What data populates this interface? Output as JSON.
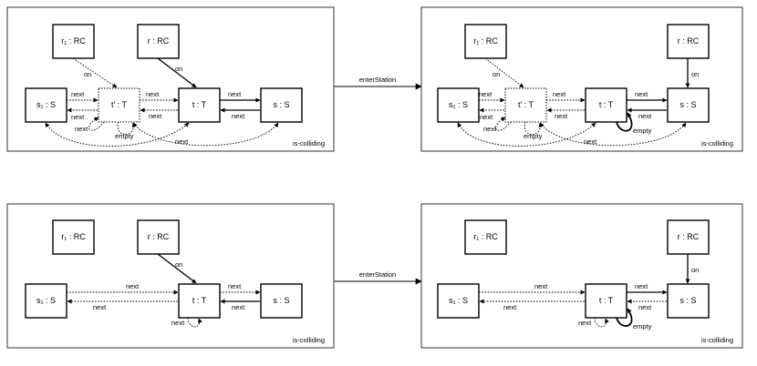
{
  "main_arrows": [
    {
      "label": "enterStation"
    },
    {
      "label": "enterStation"
    }
  ],
  "panels": [
    {
      "frame_label": "is-colliding",
      "nodes": {
        "r1": "r₁ : RC",
        "r": "r : RC",
        "s1": "s₁ : S",
        "tp": "t' : T",
        "t": "t : T",
        "s": "s : S"
      },
      "edge_labels": {
        "r1_on": "on",
        "r_on": "on",
        "s1_tp_next": "next",
        "tp_s1_next": "next",
        "tp_t_next": "next",
        "t_tp_next": "next",
        "t_s_next": "next",
        "s_t_next": "next",
        "tp_next_loop": "next",
        "tp_empty": "empty",
        "tp_s_next": "next"
      }
    },
    {
      "frame_label": "is-colliding",
      "nodes": {
        "r1": "r₁ : RC",
        "r": "r : RC",
        "s1": "s₁ : S",
        "tp": "t' : T",
        "t": "t : T",
        "s": "s : S"
      },
      "edge_labels": {
        "r1_on": "on",
        "r_on": "on",
        "s1_tp_next": "next",
        "tp_s1_next": "next",
        "tp_t_next": "next",
        "t_tp_next": "next",
        "t_s_next": "next",
        "s_t_next": "next",
        "tp_next_loop": "next",
        "tp_empty": "empty",
        "tp_s_next": "next",
        "t_empty": "empty"
      }
    },
    {
      "frame_label": "is-colliding",
      "nodes": {
        "r1": "r₁ : RC",
        "r": "r : RC",
        "s1": "s₁ : S",
        "t": "t : T",
        "s": "s : S"
      },
      "edge_labels": {
        "r_on": "on",
        "s1_t_next": "next",
        "t_s1_next": "next",
        "t_s_next": "next",
        "s_t_next": "next",
        "t_next_loop": "next"
      }
    },
    {
      "frame_label": "is-colliding",
      "nodes": {
        "r1": "r₁ : RC",
        "r": "r : RC",
        "s1": "s₁ : S",
        "t": "t : T",
        "s": "s : S"
      },
      "edge_labels": {
        "r_on": "on",
        "s1_t_next": "next",
        "t_s1_next": "next",
        "t_s_next": "next",
        "s_t_next": "next",
        "t_next_loop": "next",
        "t_empty": "empty"
      }
    }
  ]
}
